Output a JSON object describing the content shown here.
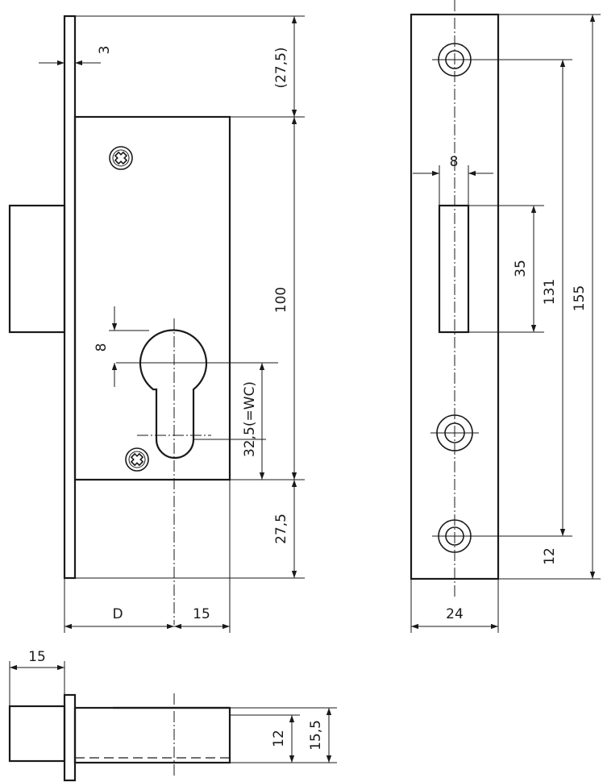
{
  "dimensions": {
    "faceplate_thickness": "3",
    "top_offset": "(27,5)",
    "case_height": "100",
    "cylinder_bore": "8",
    "wc_distance": "32,5(=WC)",
    "bottom_offset": "27,5",
    "backset": "D",
    "cylinder_to_edge": "15",
    "strike_width": "24",
    "strike_slot_width": "8",
    "strike_slot_height": "35",
    "strike_hole_spacing": "131",
    "strike_length": "155",
    "strike_bottom_offset": "12",
    "bolt_projection": "15",
    "bolt_height": "12",
    "bolt_overall": "15,5"
  },
  "symbols": {
    "screw": "screw-cross-icon",
    "strike_hole": "countersunk-hole-icon"
  }
}
